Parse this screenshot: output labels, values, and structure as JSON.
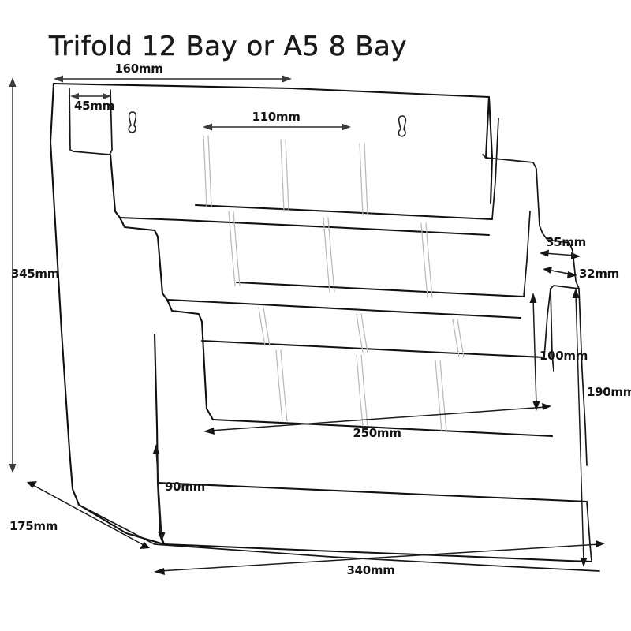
{
  "title": {
    "text": "Trifold 12 Bay or A5 8 Bay"
  },
  "product": {
    "name": "tiered-brochure-holder",
    "tiers": 4,
    "keyhole_slots": 2,
    "dividers_per_tier": 3
  },
  "dimensions": {
    "overall_height": "345mm",
    "back_panel_width": "160mm",
    "side_wing_width": "45mm",
    "pocket_width_top": "110mm",
    "step_depth": "35mm",
    "lip_depth": "32mm",
    "pocket_height": "100mm",
    "right_side_height": "190mm",
    "front_pocket_width": "250mm",
    "front_panel_height": "90mm",
    "base_depth": "175mm",
    "base_width": "340mm"
  },
  "labels": [
    {
      "id": "overall-height",
      "value": "345mm"
    },
    {
      "id": "back-panel-width",
      "value": "160mm"
    },
    {
      "id": "side-wing-width",
      "value": "45mm"
    },
    {
      "id": "pocket-width-top",
      "value": "110mm"
    },
    {
      "id": "step-depth",
      "value": "35mm"
    },
    {
      "id": "lip-depth",
      "value": "32mm"
    },
    {
      "id": "pocket-height",
      "value": "100mm"
    },
    {
      "id": "right-side-height",
      "value": "190mm"
    },
    {
      "id": "front-pocket-width",
      "value": "250mm"
    },
    {
      "id": "front-panel-height",
      "value": "90mm"
    },
    {
      "id": "base-depth",
      "value": "175mm"
    },
    {
      "id": "base-width",
      "value": "340mm"
    }
  ],
  "colors": {
    "background": "#ffffff",
    "outline": "#111111",
    "divider": "#b9b9b9",
    "dimension_line": "#4a4a4a",
    "text": "#141414"
  }
}
